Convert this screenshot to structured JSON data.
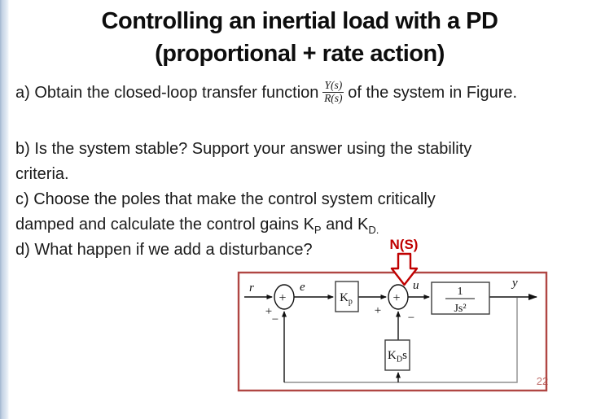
{
  "slide": {
    "title_lines": [
      "Controlling an inertial load with a PD",
      "(proportional + rate action)"
    ],
    "questions": {
      "a_pre": "a) Obtain the closed-loop transfer function",
      "a_frac_num": "Y(s)",
      "a_frac_den": "R(s)",
      "a_post": "of the system in Figure.",
      "b": "b) Is the system stable? Support your answer using the stability criteria.",
      "c_pre": "c) Choose the poles that make the control system critically damped and calculate the control gains K",
      "c_sub_p": "P",
      "c_mid": " and K",
      "c_sub_d": "D.",
      "d": "d) What happen if we add a disturbance?"
    },
    "page_number": "22"
  },
  "diagram": {
    "disturbance_label": "N(S)",
    "signal_labels": {
      "input": "r",
      "error": "e",
      "control": "u",
      "output": "y"
    },
    "signs": {
      "sum1_inner": "+",
      "sum1_plus": "+",
      "sum1_minus": "−",
      "sum2_inner": "+",
      "sum2_plus": "+",
      "sum2_minus": "−"
    },
    "blocks": {
      "kp_main": "K",
      "kp_sub": "p",
      "plant_num": "1",
      "plant_den": "Js²",
      "kd_main": "K",
      "kd_sub": "D",
      "kd_tail": "s"
    },
    "colors": {
      "box_border": "#b04643",
      "disturbance_red": "#c00000",
      "feedback_line_gray": "#8f8f8f",
      "page_number_red": "#c0716e",
      "line_black": "#111111"
    }
  }
}
